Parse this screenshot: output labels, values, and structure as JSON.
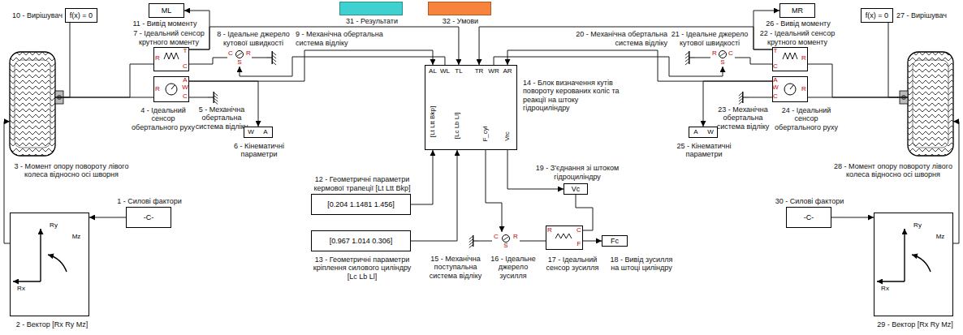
{
  "diagram": {
    "nodes": [
      {
        "text": [
          "f(x) = 0",
          "10 - Вирішувач"
        ]
      },
      {
        "text": [
          "ML",
          "11 - Вивід моменту"
        ]
      },
      {
        "text": [
          "31 - Результати"
        ]
      },
      {
        "text": [
          "32 - Умови"
        ]
      },
      {
        "text": [
          "MR",
          "26 - Вивід моменту"
        ]
      },
      {
        "text": [
          "f(x) = 0",
          "27 - Вирішувач"
        ]
      },
      {
        "text": [
          "7 - Ідеальний сенсор крутного моменту"
        ]
      },
      {
        "text": [
          "8 - Ідеальне джерело кутової швидкості"
        ]
      },
      {
        "text": [
          "9 - Механічна обертальна система відліку"
        ]
      },
      {
        "text": [
          "14 - Блок визначення кутів повороту керованих коліс та реакції на штоку гідроциліндру"
        ]
      },
      {
        "text": [
          "20 - Механічна обертальна система відліку"
        ]
      },
      {
        "text": [
          "21 - Ідеальне джерело кутової швидкості"
        ]
      },
      {
        "text": [
          "22 - Ідеальний сенсор крутного моменту"
        ]
      },
      {
        "text": [
          "3 - Момент опору повороту лівого колеса відносно осі шворня"
        ]
      },
      {
        "text": [
          "4 - Ідеальний сенсор обертального руху"
        ]
      },
      {
        "text": [
          "5 - Механічна обертальна система відліку"
        ]
      },
      {
        "text": [
          "6 - Кінематичні параметри"
        ]
      },
      {
        "text": [
          "[0.204 1.1481 1.456]",
          "12 - Геометричні параметри кермової трапеції [Lt Ltt Bkp]"
        ]
      },
      {
        "text": [
          "[0.967 1.014 0.306]",
          "13 - Геометричні параметри кріплення силового циліндру [Lc Lb Ll]"
        ]
      },
      {
        "text": [
          "Vc",
          "19 - З'єднання зі штоком гідроциліндру"
        ]
      },
      {
        "text": [
          "15 - Механічна поступальна система відліку"
        ]
      },
      {
        "text": [
          "16 - Ідеальне джерело зусилля"
        ]
      },
      {
        "text": [
          "17 - Ідеальний сенсор зусилля"
        ]
      },
      {
        "text": [
          "Fc",
          "18 - Вивід зусилля на штоці циліндру"
        ]
      },
      {
        "text": [
          "28 - Момент опору повороту лівого колеса відносно осі шворня"
        ]
      },
      {
        "text": [
          "23 - Механічна обертальна система відліку"
        ]
      },
      {
        "text": [
          "24 - Ідеальний сенсор обертального руху"
        ]
      },
      {
        "text": [
          "25 - Кінематичні параметри"
        ]
      },
      {
        "text": [
          "-C-",
          "1 - Силові фактори"
        ]
      },
      {
        "text": [
          "2 - Вектор [Rx Ry Mz]"
        ]
      },
      {
        "text": [
          "-C-",
          "30 - Силові фактори"
        ]
      },
      {
        "text": [
          "29 - Вектор [Rx Ry Mz]"
        ]
      }
    ],
    "edges": [
      {
        "from": 0,
        "to": 13,
        "arrow": "none"
      },
      {
        "from": 13,
        "to": 6,
        "arrow": "none"
      },
      {
        "from": 13,
        "to": 14,
        "arrow": "none"
      },
      {
        "from": 6,
        "to": 1,
        "arrow": "to"
      },
      {
        "from": 6,
        "to": 9,
        "arrow": "to"
      },
      {
        "from": 6,
        "to": 7,
        "arrow": "none"
      },
      {
        "from": 7,
        "to": 8,
        "arrow": "none"
      },
      {
        "from": 9,
        "to": 7,
        "arrow": "to"
      },
      {
        "from": 14,
        "to": 9,
        "arrow": "to"
      },
      {
        "from": 14,
        "to": 16,
        "arrow": "to"
      },
      {
        "from": 14,
        "to": 15,
        "arrow": "none"
      },
      {
        "from": 17,
        "to": 9,
        "arrow": "to"
      },
      {
        "from": 18,
        "to": 9,
        "arrow": "to"
      },
      {
        "from": 9,
        "to": 21,
        "arrow": "to"
      },
      {
        "from": 9,
        "to": 19,
        "arrow": "to"
      },
      {
        "from": 20,
        "to": 21,
        "arrow": "none"
      },
      {
        "from": 21,
        "to": 22,
        "arrow": "none"
      },
      {
        "from": 22,
        "to": 23,
        "arrow": "to"
      },
      {
        "from": 22,
        "to": 19,
        "arrow": "none"
      },
      {
        "from": 12,
        "to": 4,
        "arrow": "to"
      },
      {
        "from": 12,
        "to": 9,
        "arrow": "to"
      },
      {
        "from": 12,
        "to": 11,
        "arrow": "none"
      },
      {
        "from": 11,
        "to": 10,
        "arrow": "none"
      },
      {
        "from": 9,
        "to": 11,
        "arrow": "to"
      },
      {
        "from": 26,
        "to": 9,
        "arrow": "to"
      },
      {
        "from": 26,
        "to": 27,
        "arrow": "to"
      },
      {
        "from": 26,
        "to": 25,
        "arrow": "none"
      },
      {
        "from": 24,
        "to": 26,
        "arrow": "none"
      },
      {
        "from": 24,
        "to": 12,
        "arrow": "none"
      },
      {
        "from": 5,
        "to": 24,
        "arrow": "none"
      },
      {
        "from": 28,
        "to": 29,
        "arrow": "to"
      },
      {
        "from": 29,
        "to": 13,
        "arrow": "to"
      },
      {
        "from": 30,
        "to": 31,
        "arrow": "to"
      },
      {
        "from": 31,
        "to": 24,
        "arrow": "to"
      }
    ],
    "labels": [
      "T",
      "R",
      "C",
      "C",
      "R",
      "S",
      "A",
      "W",
      "R",
      "C",
      "W",
      "A",
      "AL",
      "WL",
      "TL",
      "TR",
      "WR",
      "AR",
      "[Lt Ltt Bkp]",
      "[Lc Lb Ll]",
      "F_cyl",
      "Vrc",
      "S",
      "C",
      "R",
      "R",
      "C",
      "F",
      "T",
      "R",
      "C",
      "R",
      "C",
      "S",
      "A",
      "W",
      "R",
      "C",
      "A",
      "W",
      "Ry",
      "Mz",
      "Rx",
      "Ry",
      "Mz",
      "Rx"
    ]
  }
}
